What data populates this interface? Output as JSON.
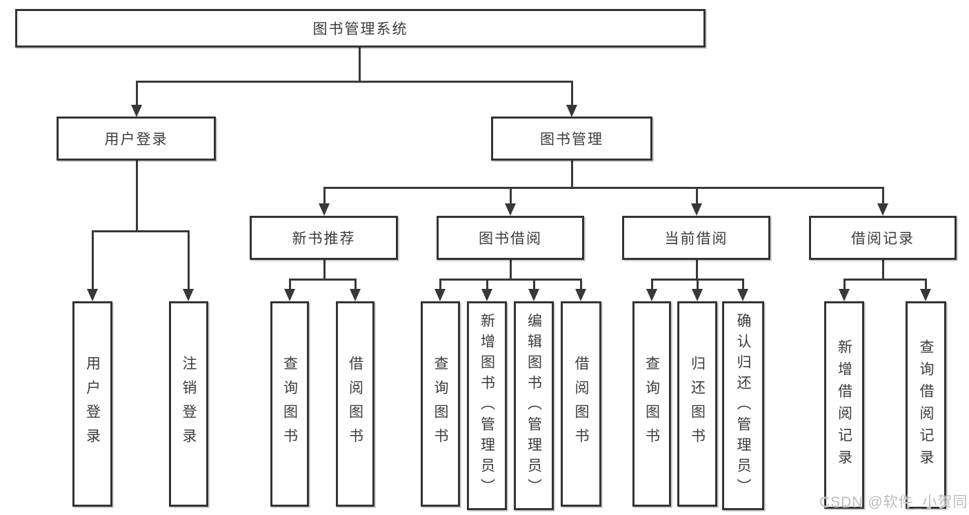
{
  "diagram_title": "图书管理系统",
  "colors": {
    "line": "#383838",
    "box_border": "#333333",
    "text": "#3b3b3b",
    "watermark": "#bcbcbc",
    "background": "#ffffff"
  },
  "tree": {
    "label": "图书管理系统",
    "children": [
      {
        "label": "用户登录",
        "children": [
          {
            "label": "用户登录"
          },
          {
            "label": "注销登录"
          }
        ]
      },
      {
        "label": "图书管理",
        "children": [
          {
            "label": "新书推荐",
            "children": [
              {
                "label": "查询图书"
              },
              {
                "label": "借阅图书"
              }
            ]
          },
          {
            "label": "图书借阅",
            "children": [
              {
                "label": "查询图书"
              },
              {
                "label": "新增图书（管理员）"
              },
              {
                "label": "编辑图书（管理员）"
              },
              {
                "label": "借阅图书"
              }
            ]
          },
          {
            "label": "当前借阅",
            "children": [
              {
                "label": "查询图书"
              },
              {
                "label": "归还图书"
              },
              {
                "label": "确认归还（管理员）"
              }
            ]
          },
          {
            "label": "借阅记录",
            "children": [
              {
                "label": "新增借阅记录"
              },
              {
                "label": "查询借阅记录"
              }
            ]
          }
        ]
      }
    ]
  },
  "watermark": {
    "text": "CSDN @软件_小贺同学"
  }
}
